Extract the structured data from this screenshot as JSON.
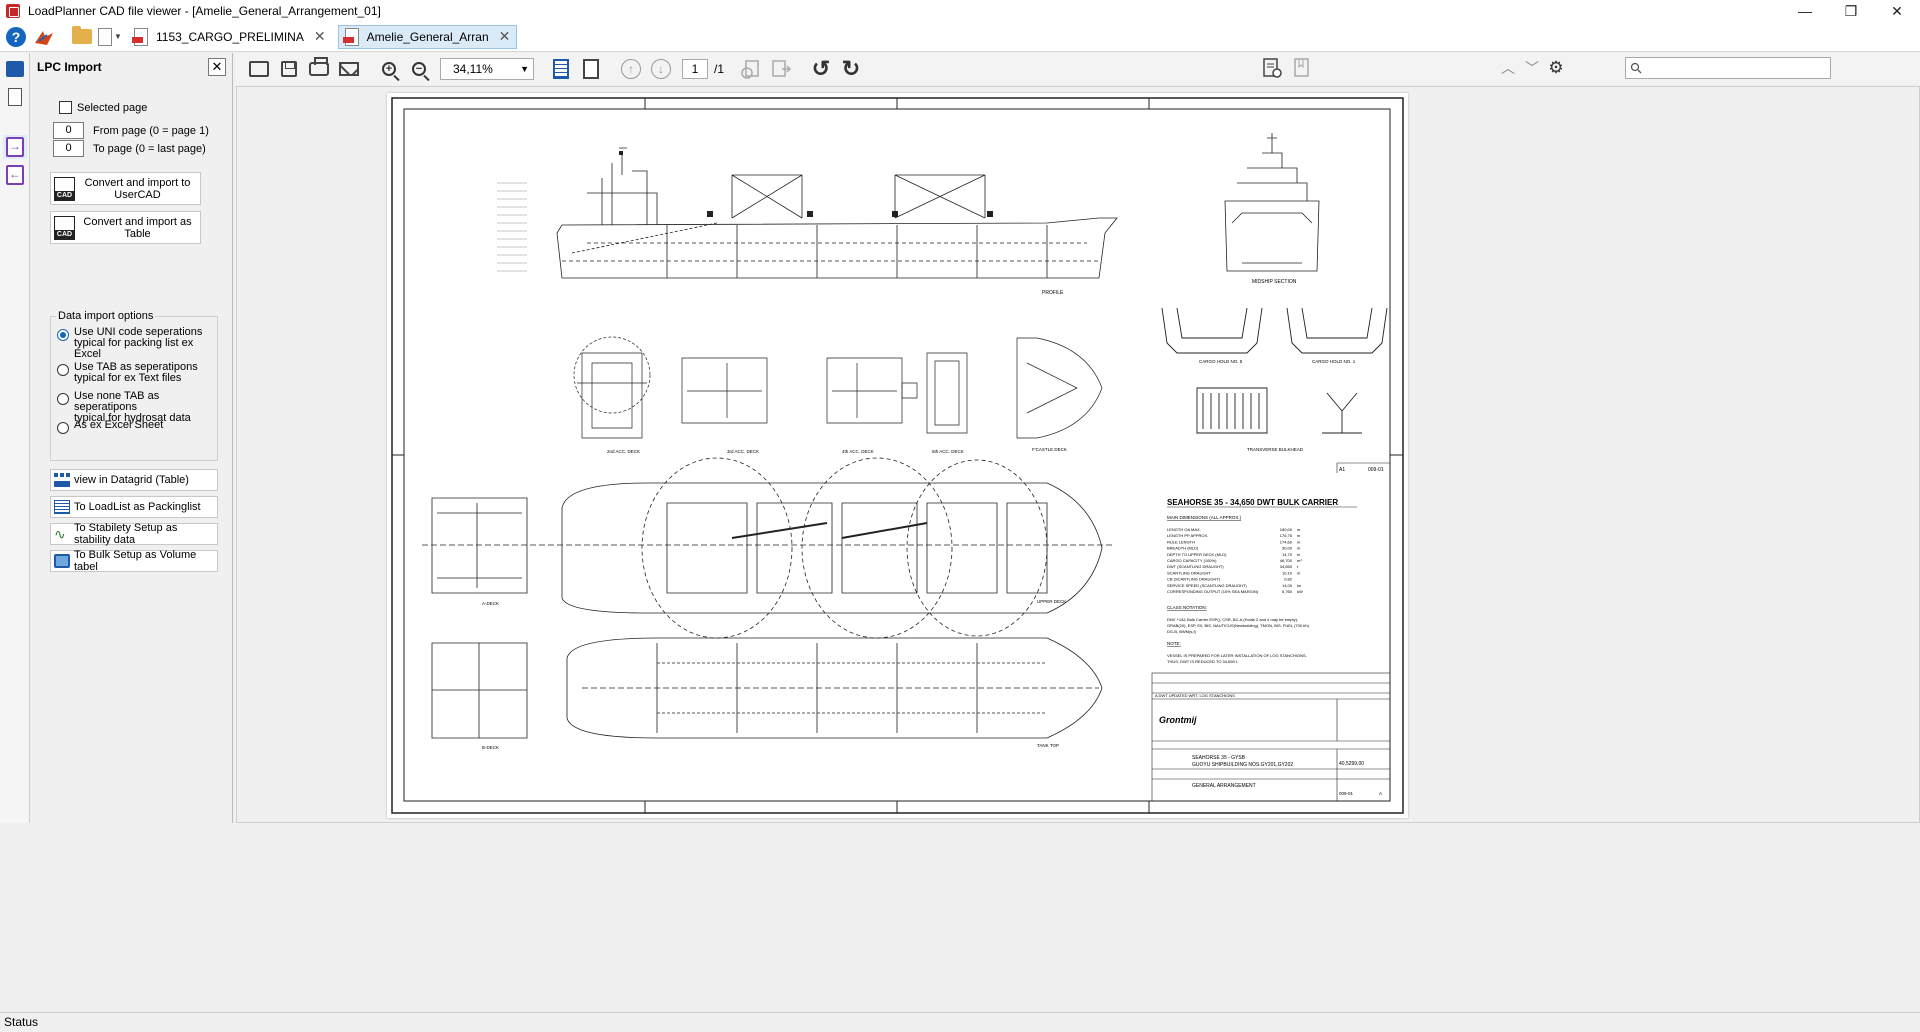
{
  "window": {
    "title": "LoadPlanner CAD file viewer - [Amelie_General_Arrangement_01]",
    "controls": [
      "—",
      "❐",
      "✕"
    ]
  },
  "doc_tabs": [
    {
      "label": "1153_CARGO_PRELIMINA",
      "close": "✕",
      "active": false
    },
    {
      "label": "Amelie_General_Arran",
      "close": "✕",
      "active": true
    }
  ],
  "panel": {
    "title": "LPC Import",
    "close": "✕",
    "selected_page_label": "Selected page",
    "from_page_value": "0",
    "from_page_label": "From page (0 = page 1)",
    "to_page_value": "0",
    "to_page_label": "To page    (0 = last page)",
    "convert_cad_label_1": "Convert and import to",
    "convert_cad_label_2": "UserCAD",
    "convert_table_label": "Convert and import as Table",
    "options_title": "Data import options",
    "options": [
      {
        "line1": "Use UNI code seperations",
        "line2": "typical for packing list ex Excel",
        "selected": true
      },
      {
        "line1": "Use TAB as seperatipons",
        "line2": "typical for ex Text files",
        "selected": false
      },
      {
        "line1": "Use none TAB as seperatipons",
        "line2": "typical for hydrosat data",
        "selected": false
      },
      {
        "line1": "As ex Excel Sheet",
        "line2": "",
        "selected": false
      }
    ],
    "actions": [
      {
        "label": "view in Datagrid (Table)",
        "icon": "grid-icon"
      },
      {
        "label": "To LoadList as Packinglist",
        "icon": "table-icon"
      },
      {
        "label": "To Stabilety Setup as stability data",
        "icon": "wave-icon"
      },
      {
        "label": "To Bulk Setup as Volume tabel",
        "icon": "box-icon"
      }
    ]
  },
  "toolbar": {
    "zoom": "34,11%",
    "page": "1",
    "page_total": "/1",
    "search_placeholder": ""
  },
  "drawing": {
    "profile_label": "PROFILE",
    "midship_label": "MIDSHIP SECTION",
    "deck_labels": [
      "2nd ACC. DECK",
      "3rd ACC. DECK",
      "4th ACC. DECK",
      "5th ACC. DECK",
      "F'CASTLE DECK"
    ],
    "hold_labels": [
      "CARGO HOLD NO. 5",
      "CARGO HOLD NO. 1"
    ],
    "bulkhead_label": "TRANSVERSE BULKHEAD",
    "a_deck": "A-DECK",
    "upper_deck": "UPPER DECK",
    "b_deck": "B-DECK",
    "tank_top": "TANK TOP",
    "sheet_ref_a": "A1",
    "sheet_ref_b": "009-01",
    "ship_title": "SEAHORSE 35  -  34,650 DWT BULK CARRIER",
    "main_dims_title": "MAIN DIMENSIONS (ALL APPROX.)",
    "dims": [
      {
        "k": "LENGTH OA MAX.",
        "v": "180,00",
        "u": "m"
      },
      {
        "k": "LENGTH PP APPROX.",
        "v": "176,75",
        "u": "m"
      },
      {
        "k": "RULE LENGTH",
        "v": "174,60",
        "u": "m"
      },
      {
        "k": "BREADTH (MLD)",
        "v": "30,00",
        "u": "m"
      },
      {
        "k": "DEPTH TO UPPER DECK (MLD)",
        "v": "14,70",
        "u": "m"
      },
      {
        "k": "CARGO CAPACITY (100%)",
        "v": "46,700",
        "u": "m³"
      },
      {
        "k": "DWT (SCANTLING DRAUGHT)",
        "v": "34,650",
        "u": "t"
      },
      {
        "k": "SCANTLING DRAUGHT",
        "v": "10,10",
        "u": "m"
      },
      {
        "k": "CB (SCANTLING DRAUGHT)",
        "v": "0,82",
        "u": ""
      },
      {
        "k": "SERVICE SPEED (SCANTLING DRAUGHT)",
        "v": "14,00",
        "u": "kn"
      },
      {
        "k": "CORRESPONDING OUTPUT (10% SEA MARGIN)",
        "v": "5,760",
        "u": "kW"
      }
    ],
    "class_title": "CLASS NOTATION:",
    "class_text_1": "DNV +1A1 Bulk Carrier ESP(), CSR, BC-A (Holds 2 and 4 may be empty),",
    "class_text_2": "GRAB(20), ESP, E0, BIS, NAUTICUS(Newbuilding), TMON, BIS, FUEL (700 t/h)",
    "class_text_3": "DG-B, BWM(s,f)",
    "note_title": "NOTE:",
    "note_1": "VESSEL IS PREPARED FOR LATER INSTALLATION OF LOG STANCHIONS,",
    "note_2": "THUS, DWT IS REDUCED TO 34,650 t.",
    "rev_line": "A   DWT UPDATED WRT. LOG STANCHIONS",
    "company": "Grontmij",
    "tb_line1": "SEAHORSE 35 - GYSB",
    "tb_line2": "GUOYU SHIPBUILDING NOS.GY201,GY202",
    "tb_number": "40,5299,00",
    "tb_title": "GENERAL ARRANGEMENT",
    "tb_sheet": "009-01",
    "tb_rev": "A"
  },
  "status": "Status"
}
